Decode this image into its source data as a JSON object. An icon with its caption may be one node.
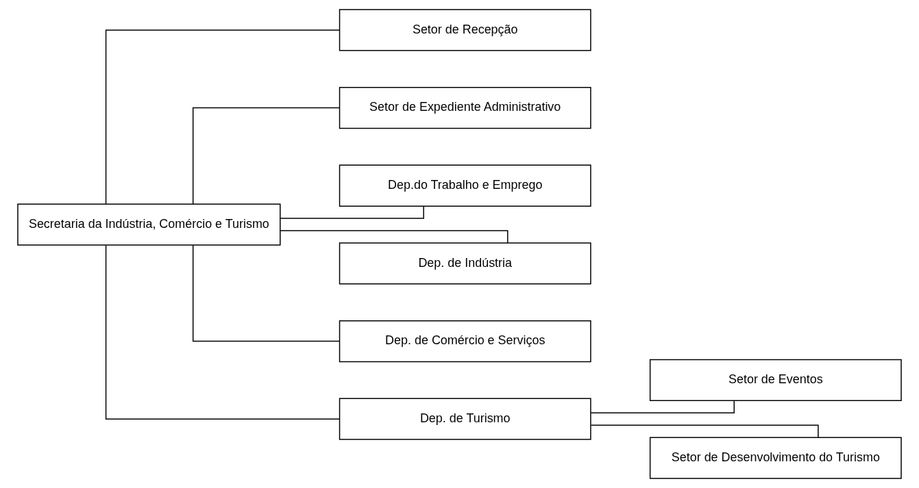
{
  "diagram": {
    "nodes": [
      {
        "text": [
          "Secretaria da Indústria, Comércio e Turismo"
        ]
      },
      {
        "text": [
          "Setor de Recepção"
        ]
      },
      {
        "text": [
          "Setor de Expediente Administrativo"
        ]
      },
      {
        "text": [
          "Dep.do Trabalho e Emprego"
        ]
      },
      {
        "text": [
          "Dep. de Indústria"
        ]
      },
      {
        "text": [
          "Dep. de Comércio e Serviços"
        ]
      },
      {
        "text": [
          "Dep. de Turismo"
        ]
      },
      {
        "text": [
          "Setor de Eventos"
        ]
      },
      {
        "text": [
          "Setor de Desenvolvimento do Turismo"
        ]
      }
    ],
    "edges": [
      {
        "from": 0,
        "to": 1,
        "arrow": "none"
      },
      {
        "from": 0,
        "to": 2,
        "arrow": "none"
      },
      {
        "from": 0,
        "to": 3,
        "arrow": "none"
      },
      {
        "from": 0,
        "to": 4,
        "arrow": "none"
      },
      {
        "from": 0,
        "to": 5,
        "arrow": "none"
      },
      {
        "from": 0,
        "to": 6,
        "arrow": "none"
      },
      {
        "from": 6,
        "to": 7,
        "arrow": "none"
      },
      {
        "from": 6,
        "to": 8,
        "arrow": "none"
      }
    ]
  }
}
